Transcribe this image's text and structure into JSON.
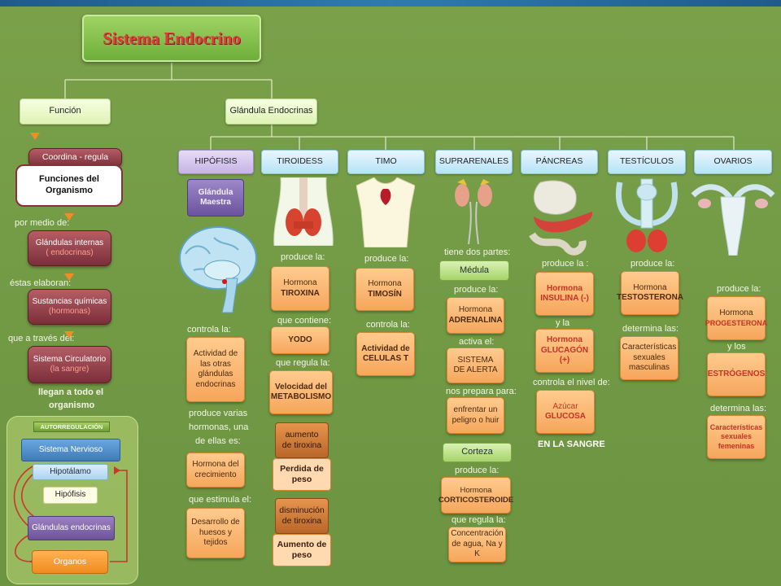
{
  "title": "Sistema Endocrino",
  "branches": {
    "funcion": "Función",
    "glandulas": "Glándula Endocrinas"
  },
  "left_chain": {
    "coordina": "Coordina - regula",
    "funciones": "Funciones del Organismo",
    "por_medio": "por medio de:",
    "glandulas_internas": "Glándulas internas",
    "endocrinas": "( endocrinas)",
    "estas_elaboran": "éstas elaboran:",
    "sustancias": "Sustancias químicas",
    "hormonas": "(hormonas)",
    "que_a_traves": "que a través del:",
    "sistema_circ": "Sistema Circulatorio",
    "la_sangre": "(la sangre)",
    "llegan1": "llegan a todo el",
    "llegan2": "organismo"
  },
  "autoregulacion": {
    "label": "AUTORREGULACIÓN",
    "sistema_nervioso": "Sistema Nervioso",
    "hipotalamo": "Hipotálamo",
    "hipofisis": "Hipófisis",
    "glandulas": "Glándulas endocrinas",
    "organos": "Organos"
  },
  "headers": [
    "HIPÓFISIS",
    "TIROIDESS",
    "TIMO",
    "SUPRARENALES",
    "PÁNCREAS",
    "TESTÍCULOS",
    "OVARIOS"
  ],
  "hipofisis": {
    "glandula": "Glándula",
    "maestra": "Maestra",
    "controla": "controla la:",
    "actividad": [
      "Actividad de",
      "las otras",
      "glándulas",
      "endocrinas"
    ],
    "produce": [
      "produce varias",
      "hormonas, una",
      "de ellas es:"
    ],
    "hormona": [
      "Hormona del",
      "crecimiento"
    ],
    "estimula": "que estimula el:",
    "desarrollo": [
      "Desarrollo de",
      "huesos y",
      "tejidos"
    ]
  },
  "tiroides": {
    "produce": "produce la:",
    "hormona": [
      "Hormona",
      "TIROXINA"
    ],
    "contiene": "que contiene:",
    "yodo": "YODO",
    "regula": "que regula la:",
    "velocidad": [
      "Velocidad del",
      "METABOLISMO"
    ],
    "aumento": [
      "aumento",
      "de tiroxina"
    ],
    "perdida": [
      "Perdida de",
      "peso"
    ],
    "disminucion": [
      "disminución",
      "de tiroxina"
    ],
    "aumento_peso": [
      "Aumento de",
      "peso"
    ]
  },
  "timo": {
    "produce": "produce la:",
    "hormona": [
      "Hormona",
      "TIMOSÍN"
    ],
    "controla": "controla la:",
    "actividad": [
      "Actividad de",
      "CELULAS T"
    ]
  },
  "suprarenales": {
    "tiene": "tiene dos partes:",
    "medula": "Médula",
    "produce": "produce la:",
    "hormona": [
      "Hormona",
      "ADRENALINA"
    ],
    "activa": "activa el:",
    "sistema": [
      "SISTEMA",
      "DE ALERTA"
    ],
    "prepara": "nos prepara para:",
    "enfrentar": [
      "enfrentar un",
      "peligro o huir"
    ],
    "corteza": "Corteza",
    "produce2": "produce la:",
    "hormona2": [
      "Hormona",
      "CORTICOSTEROIDE"
    ],
    "regula": "que regula la:",
    "concentracion": [
      "Concentración",
      "de agua, Na y K"
    ]
  },
  "pancreas": {
    "produce": "produce la :",
    "insulina": [
      "Hormona",
      "INSULINA (-)"
    ],
    "y_la": "y la",
    "glucagon": [
      "Hormona",
      "GLUCAGÓN (+)"
    ],
    "controla": "controla el nivel de:",
    "azucar": [
      "Azúcar",
      "GLUCOSA"
    ],
    "en_sangre": "EN LA SANGRE"
  },
  "testiculos": {
    "produce": "produce la:",
    "hormona": [
      "Hormona",
      "TESTOSTERONA"
    ],
    "determina": "determina las:",
    "caracteristicas": [
      "Características",
      "sexuales",
      "masculinas"
    ]
  },
  "ovarios": {
    "produce": "produce la:",
    "hormona": [
      "Hormona",
      "PROGESTERONA"
    ],
    "y_los": "y los",
    "estrogenos": "ESTRÓGENOS",
    "determina": "determina las:",
    "caracteristicas": [
      "Características",
      "sexuales",
      "femeninas"
    ]
  }
}
